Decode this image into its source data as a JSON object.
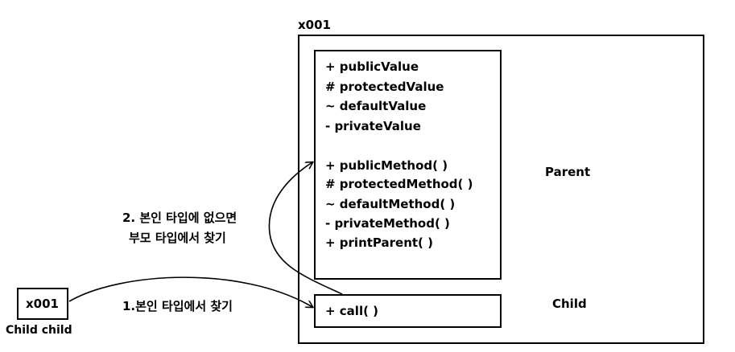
{
  "instance": {
    "address_label": "x001"
  },
  "parent": {
    "label": "Parent",
    "fields": [
      "+ publicValue",
      "# protectedValue",
      "~ defaultValue",
      "- privateValue"
    ],
    "methods": [
      "+ publicMethod( )",
      "# protectedMethod( )",
      "~ defaultMethod( )",
      "- privateMethod( )",
      "+ printParent( )"
    ]
  },
  "child": {
    "label": "Child",
    "methods": [
      "+ call( )"
    ]
  },
  "reference": {
    "value": "x001",
    "variable_label": "Child child"
  },
  "steps": {
    "step1": "1.본인 타입에서 찾기",
    "step2_line1": "2. 본인 타입에 없으면",
    "step2_line2": "부모 타입에서 찾기"
  }
}
